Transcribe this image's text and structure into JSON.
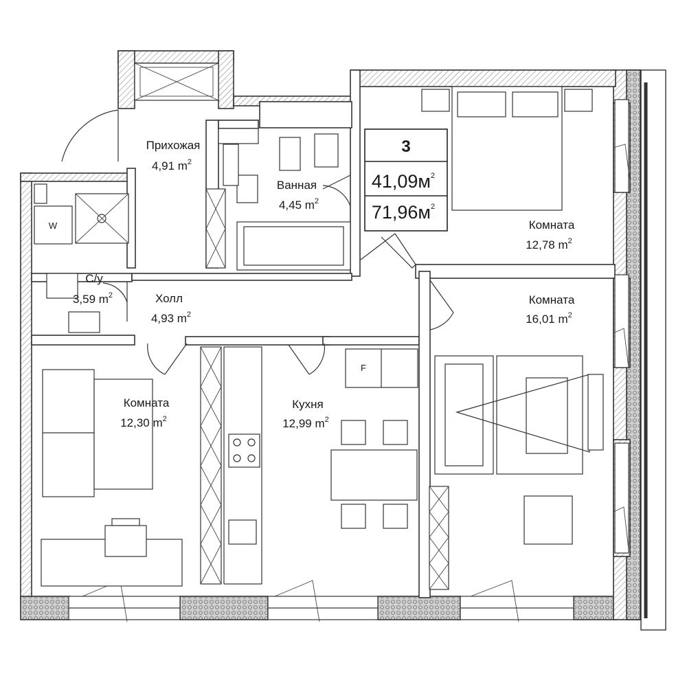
{
  "apartment": {
    "rooms_count": "3",
    "living_area": "41,09м",
    "total_area": "71,96м",
    "unit_sup": "2"
  },
  "rooms": [
    {
      "name": "Прихожая",
      "area": "4,91 m",
      "sup": "2"
    },
    {
      "name": "Ванная",
      "area": "4,45 m",
      "sup": "2"
    },
    {
      "name": "С/у",
      "area": "3,59 m",
      "sup": "2"
    },
    {
      "name": "Холл",
      "area": "4,93 m",
      "sup": "2"
    },
    {
      "name": "Комната",
      "area": "12,78 m",
      "sup": "2"
    },
    {
      "name": "Комната",
      "area": "16,01 m",
      "sup": "2"
    },
    {
      "name": "Комната",
      "area": "12,30 m",
      "sup": "2"
    },
    {
      "name": "Кухня",
      "area": "12,99 m",
      "sup": "2"
    }
  ],
  "fixtures": {
    "washer_label": "W",
    "fridge_label": "F"
  }
}
